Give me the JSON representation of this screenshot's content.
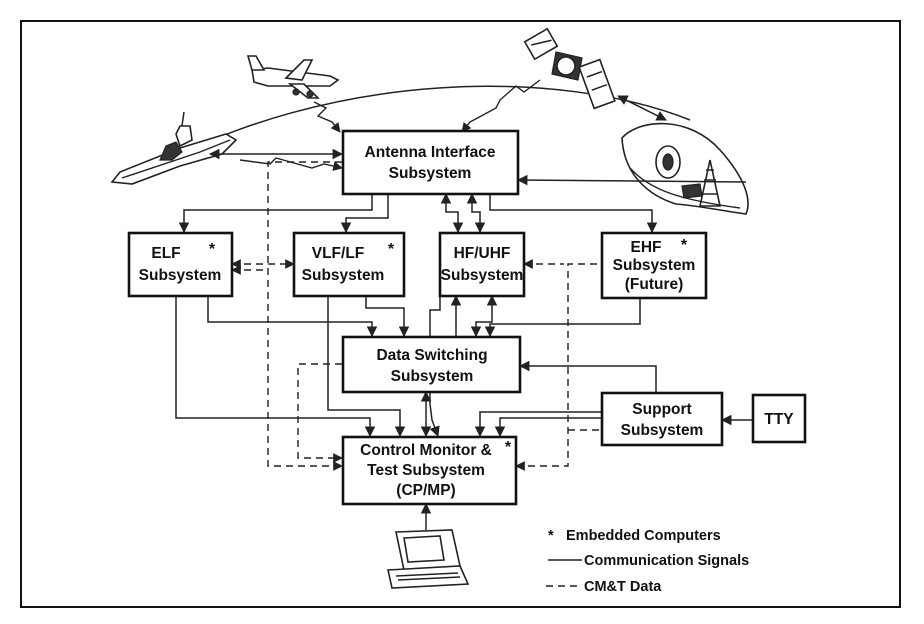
{
  "diagram": {
    "subsystems": {
      "antenna": {
        "lines": [
          "Antenna Interface",
          "Subsystem"
        ]
      },
      "elf": {
        "lines": [
          "ELF",
          "Subsystem"
        ],
        "star": "*"
      },
      "vlf": {
        "lines": [
          "VLF/LF",
          "Subsystem"
        ],
        "star": "*"
      },
      "hf": {
        "lines": [
          "HF/UHF",
          "Subsystem"
        ]
      },
      "ehf": {
        "lines": [
          "EHF",
          "Subsystem",
          "(Future)"
        ],
        "star": "*"
      },
      "data": {
        "lines": [
          "Data Switching",
          "Subsystem"
        ]
      },
      "support": {
        "lines": [
          "Support",
          "Subsystem"
        ]
      },
      "tty": {
        "lines": [
          "TTY"
        ]
      },
      "control": {
        "lines": [
          "Control Monitor &",
          "Test Subsystem",
          "(CP/MP)"
        ],
        "star": "*"
      }
    },
    "legend": {
      "embedded_symbol": "*",
      "embedded_label": "Embedded Computers",
      "comm_label": "Communication Signals",
      "cmt_label": "CM&T Data"
    },
    "icons": [
      "airplane-icon",
      "satellite-icon",
      "ship-icon",
      "ground-station-icon",
      "computer-terminal-icon"
    ],
    "colors": {
      "ink": "#111111",
      "background": "#ffffff"
    }
  }
}
